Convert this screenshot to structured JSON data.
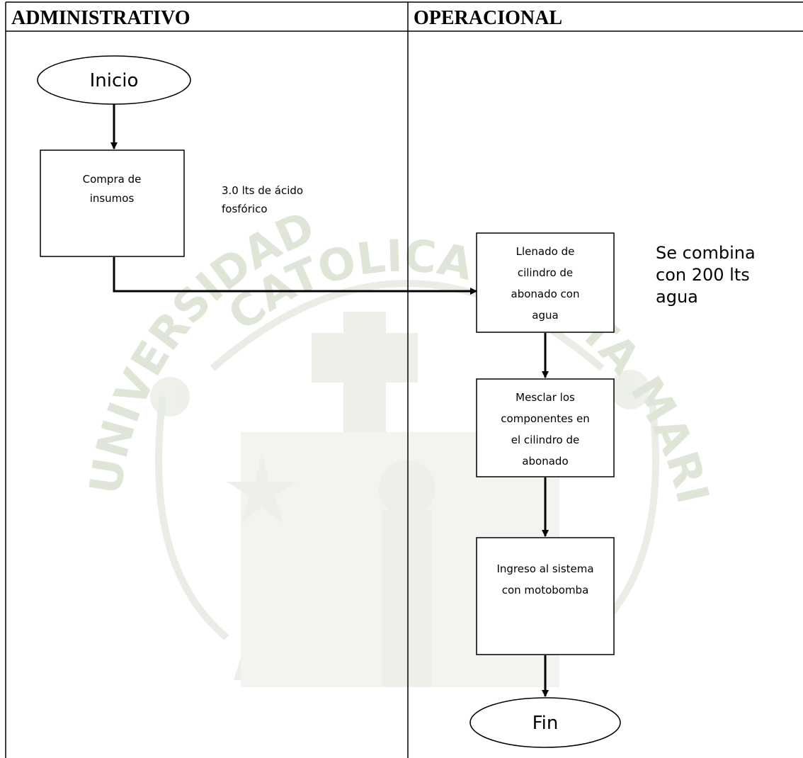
{
  "lanes": [
    {
      "id": "admin",
      "title": "ADMINISTRATIVO"
    },
    {
      "id": "oper",
      "title": "OPERACIONAL"
    }
  ],
  "nodes": [
    {
      "id": "inicio",
      "shape": "ellipse",
      "lines": [
        "Inicio"
      ]
    },
    {
      "id": "compra",
      "shape": "rect",
      "lines": [
        "Compra de",
        "insumos"
      ]
    },
    {
      "id": "llenado",
      "shape": "rect",
      "lines": [
        "Llenado de",
        "cilindro de",
        "abonado con",
        "agua"
      ]
    },
    {
      "id": "mesclar",
      "shape": "rect",
      "lines": [
        "Mesclar los",
        "componentes en",
        "el cilindro de",
        "abonado"
      ]
    },
    {
      "id": "ingreso",
      "shape": "rect",
      "lines": [
        "Ingreso al sistema",
        "con motobomba"
      ]
    },
    {
      "id": "fin",
      "shape": "ellipse",
      "lines": [
        "Fin"
      ]
    }
  ],
  "annotations": [
    {
      "id": "acido",
      "lines": [
        "3.0 lts de ácido",
        "fosfórico"
      ]
    },
    {
      "id": "combina",
      "lines": [
        "Se combina",
        "con 200 lts",
        "agua"
      ]
    }
  ],
  "edges": [
    {
      "from": "inicio",
      "to": "compra"
    },
    {
      "from": "compra",
      "to": "llenado"
    },
    {
      "from": "llenado",
      "to": "mesclar"
    },
    {
      "from": "mesclar",
      "to": "ingreso"
    },
    {
      "from": "ingreso",
      "to": "fin"
    }
  ],
  "watermark": {
    "arc_left": "CATOLICA",
    "arc_side_left": "UNIVERSIDAD",
    "arc_side_right": "SANTA MARIA"
  }
}
